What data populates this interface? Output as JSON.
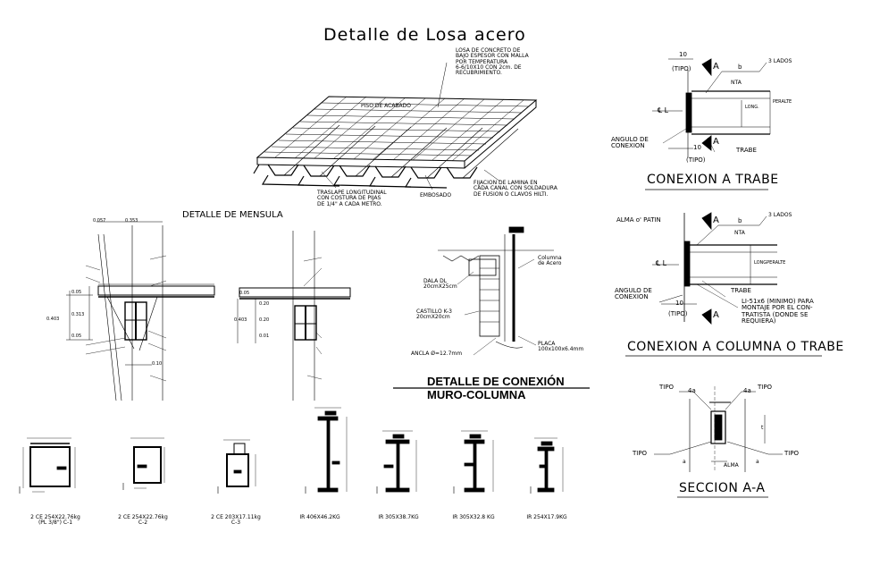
{
  "losa": {
    "title": "Detalle de Losa acero",
    "note_concreto": "LOSA DE CONCRETO DE\nBAJO ESPESOR CON MALLA\nPOR TEMPERATURA\n6-6/10X10 CON 2cm. DE\nRECUBRIMIENTO.",
    "piso": "PISO DE ACABADO",
    "traslape": "TRASLAPE LONGITUDINAL\nCON COSTURA DE PIJAS\nDE 1/4\" A CADA METRO.",
    "embosado": "EMBOSADO",
    "fijacion": "FIJACION DE LAMINA EN\nCADA CANAL CON SOLDADURA\nDE FUSION O CLAVOS HILTI."
  },
  "mensula": {
    "title": "DETALLE DE MENSULA",
    "dims_top": [
      "0.057",
      "0.353"
    ],
    "left_labels": [
      "0.05",
      "0.313",
      "0.403",
      "0.05"
    ],
    "right_labels": [
      "0.05",
      "0.20",
      "0.403",
      "0.20",
      "0.01"
    ],
    "bottom_dim": "0.10"
  },
  "muro": {
    "title_1": "DETALLE DE CONEXIÓN",
    "title_2": "MURO-COLUMNA",
    "dala": "DALA DL\n20cmX25cm",
    "castillo": "CASTILLO K-3\n20cmX20cm",
    "ancla": "ANCLA Ø=12.7mm",
    "columna": "Columna\nde Acero",
    "placa": "PLACA\n100x100x6.4mm"
  },
  "trabe": {
    "title": "CONEXION A TRABE",
    "dim_10_top": "10",
    "tipo_top": "(TIPO)",
    "a": "A",
    "b": "b",
    "tres_lados": "3 LADOS",
    "nta": "NTA",
    "long": "LONG.",
    "peralte": "PERALTE",
    "angulo": "ANGULO DE\nCONEXION",
    "dim_10_bot": "10",
    "tipo_bot": "(TIPO)",
    "trabe": "TRABE",
    "cl": "℄ L"
  },
  "columna_trabe": {
    "title": "CONEXION A COLUMNA O TRABE",
    "alma": "ALMA o' PATIN",
    "b": "b",
    "tres_lados": "3 LADOS",
    "nta": "NTA",
    "long_peralte": "LONGPERALTE",
    "cl": "℄ L",
    "angulo": "ANGULO DE\nCONEXION",
    "trabe": "TRABE",
    "li": "LI-51x6 (MINIMO) PARA\nMONTAJE POR EL CON-\nTRATISTA (DONDE SE\nREQUIERA)",
    "dim_10": "10",
    "tipo": "(TIPO)",
    "a": "A"
  },
  "seccion": {
    "title": "SECCION A-A",
    "tipo": "TIPO",
    "weld": "4a",
    "alma": "ALMA",
    "t": "t",
    "a": "a"
  },
  "profiles": [
    {
      "label": "2 CE 254X22.76kg\n(PL 3/8\") C-1"
    },
    {
      "label": "2 CE 254X22.76kg\nC-2"
    },
    {
      "label": "2 CE 203X17.11kg\nC-3"
    },
    {
      "label": "IR 406X46.2KG"
    },
    {
      "label": "IR 305X38.7KG"
    },
    {
      "label": "IR 305X32.8 KG"
    },
    {
      "label": "IR 254X17.9KG"
    }
  ]
}
